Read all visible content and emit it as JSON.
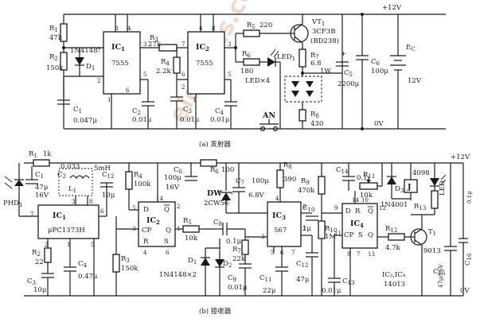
{
  "watermark": "elecfans.com",
  "transmitter": {
    "caption": "(a) 发射器",
    "supply_top": "+12V",
    "supply_bottom": "0V",
    "ic1": {
      "name": "IC",
      "sub": "1",
      "part": "7555"
    },
    "ic2": {
      "name": "IC",
      "sub": "2",
      "part": "7555"
    },
    "pins": {
      "ic1_8": "8",
      "ic1_4": "4",
      "ic1_7": "7",
      "ic1_3": "3",
      "ic1_2": "2",
      "ic1_6": "6",
      "ic1_5": "5",
      "ic1_1": "1",
      "ic2_4": "4",
      "ic2_8": "8",
      "ic2_7": "7",
      "ic2_3": "3",
      "ic2_6": "6",
      "ic2_2": "2",
      "ic2_5": "5",
      "ic2_1": "1"
    },
    "r1": {
      "name": "R",
      "sub": "1",
      "value": "47k"
    },
    "r2": {
      "name": "R",
      "sub": "2",
      "value": "150k"
    },
    "d1": {
      "part": "1N4148",
      "name": "D",
      "sub": "1"
    },
    "c1": {
      "name": "C",
      "sub": "1",
      "value": "0.047μ"
    },
    "c2": {
      "name": "C",
      "sub": "2",
      "value": "0.01μ"
    },
    "r3": {
      "name": "R",
      "sub": "3",
      "value": "27k"
    },
    "r4": {
      "name": "R",
      "sub": "4",
      "value": "2.2k"
    },
    "c3": {
      "name": "C",
      "sub": "3",
      "value": "0.01μ"
    },
    "c4": {
      "name": "C",
      "sub": "4",
      "value": "0.01μ"
    },
    "r5": {
      "name": "R",
      "sub": "5",
      "value": "220"
    },
    "r6": {
      "name": "R",
      "sub": "6",
      "value": "180"
    },
    "led1": {
      "name": "LED",
      "sub": "1"
    },
    "vt1": {
      "name": "VT",
      "sub": "1",
      "part": "3CF3B",
      "alt": "(BD238)"
    },
    "r7": {
      "name": "R",
      "sub": "7",
      "value": "6.8"
    },
    "r7_power": "1W",
    "led_array": "LED×4",
    "c5": {
      "name": "C",
      "sub": "5",
      "value": "2200μ"
    },
    "c6": {
      "name": "C",
      "sub": "6",
      "value": "100μ"
    },
    "ec": {
      "name": "E",
      "sub": "C",
      "value": "12V"
    },
    "r8": {
      "name": "R",
      "sub": "8",
      "value": "430"
    },
    "an": "AN"
  },
  "receiver": {
    "caption": "(b) 接收器",
    "supply_top": "+12V",
    "supply_bottom": "0V",
    "phd": {
      "name": "PHD",
      "sub": "1"
    },
    "r1": {
      "name": "R",
      "sub": "1",
      "value": "1k"
    },
    "c1": {
      "name": "C",
      "sub": "1",
      "value": "47μ",
      "voltage": "16V"
    },
    "c2": {
      "name": "C",
      "sub": "2",
      "value": "0.033"
    },
    "l1": {
      "name": "L",
      "sub": "1",
      "value": "5mH"
    },
    "c3": {
      "name": "C",
      "sub": "3",
      "value": "10μ"
    },
    "c4": {
      "name": "C",
      "sub": "4",
      "value": "0.47μ"
    },
    "r2": {
      "name": "R",
      "sub": "2",
      "value": "22"
    },
    "ic1": {
      "name": "IC",
      "sub": "1",
      "part": "μPC1373H"
    },
    "ic1_pins": {
      "p7": "7",
      "p3": "3",
      "p8": "8",
      "p6": "6",
      "p2": "2",
      "p1": "1",
      "p5": "5"
    },
    "c12_top": {
      "name": "C",
      "sub": "12",
      "value": "10μ"
    },
    "r3": {
      "name": "R",
      "sub": "3",
      "value": "150k"
    },
    "r4": {
      "name": "R",
      "sub": "4",
      "value": "100k"
    },
    "c6": {
      "name": "C",
      "sub": "6",
      "value": "100μ",
      "voltage": "16V"
    },
    "r6": {
      "name": "R",
      "sub": "6",
      "value": "100"
    },
    "ic2": {
      "name": "IC",
      "sub": "2"
    },
    "ic2_pins": {
      "p14": "14",
      "p1": "1",
      "p2": "2",
      "p4": "4",
      "p3": "3",
      "p5": "5",
      "p6": "6"
    },
    "ic2_labels": {
      "d": "D",
      "q": "Q",
      "qbar": "Q",
      "cp": "CP",
      "r": "R",
      "s": "S"
    },
    "r5": {
      "name": "R",
      "sub": "5",
      "value": "10k"
    },
    "d1": {
      "name": "D",
      "sub": "1"
    },
    "d2": {
      "name": "D",
      "sub": "2"
    },
    "diodes": "1N4148×2",
    "dw": {
      "name": "DW",
      "part": "2CW56"
    },
    "c7": {
      "name": "C",
      "sub": "7",
      "value": "100μ"
    },
    "zener_v": "6.8V",
    "c8": {
      "name": "C",
      "sub": "8",
      "value": "0.1μ"
    },
    "r7": {
      "name": "R",
      "sub": "7",
      "value": "22k"
    },
    "c9": {
      "name": "C",
      "sub": "9",
      "value": "0.01μ"
    },
    "c11": {
      "name": "C",
      "sub": "11",
      "value": "22μ"
    },
    "ic3": {
      "name": "IC",
      "sub": "3",
      "part": "567"
    },
    "ic3_pins": {
      "p4": "4",
      "p8": "8",
      "p2": "2",
      "p3": "3",
      "p5": "5",
      "p6": "6",
      "p7": "7"
    },
    "r8": {
      "name": "R",
      "sub": "8",
      "value": "390"
    },
    "c10": {
      "name": "C",
      "sub": "10",
      "value": "1μ"
    },
    "c12": {
      "name": "C",
      "sub": "12",
      "value": "47μ"
    },
    "r9": {
      "name": "R",
      "sub": "9",
      "value": "470k"
    },
    "r10": {
      "name": "R",
      "sub": "10",
      "value": "1M"
    },
    "c13": {
      "name": "C",
      "sub": "13",
      "value": "0.01μ"
    },
    "c14": {
      "name": "C",
      "sub": "14",
      "value": "0.1"
    },
    "r11": {
      "name": "R",
      "sub": "11",
      "value": "10k"
    },
    "ic4": {
      "name": "IC",
      "sub": "4"
    },
    "ic4_pins": {
      "p14": "14",
      "p8": "8",
      "p9": "9",
      "p10": "10",
      "p11": "11",
      "p12": "12",
      "p13": "13",
      "p7": "7"
    },
    "ic4_labels": {
      "d": "D",
      "r": "R",
      "q": "Q",
      "qbar": "Q",
      "cp": "CP",
      "s": "S"
    },
    "ic_note": "IC₂,IC₄",
    "ic_note_part": "14013",
    "d3": {
      "name": "D",
      "sub": "3",
      "part": "1N4001"
    },
    "relay": "J",
    "relay_part": "4098",
    "r12": {
      "name": "R",
      "sub": "12",
      "value": "4.7k"
    },
    "r13": {
      "name": "R",
      "sub": "13"
    },
    "led": {
      "name": "LED"
    },
    "t1": {
      "name": "T",
      "sub": "1",
      "part": "9013"
    },
    "c15": {
      "name": "C",
      "sub": "15",
      "value": "47μ/16V"
    },
    "c16": {
      "name": "C",
      "sub": "16",
      "value": "0.1μ"
    }
  }
}
